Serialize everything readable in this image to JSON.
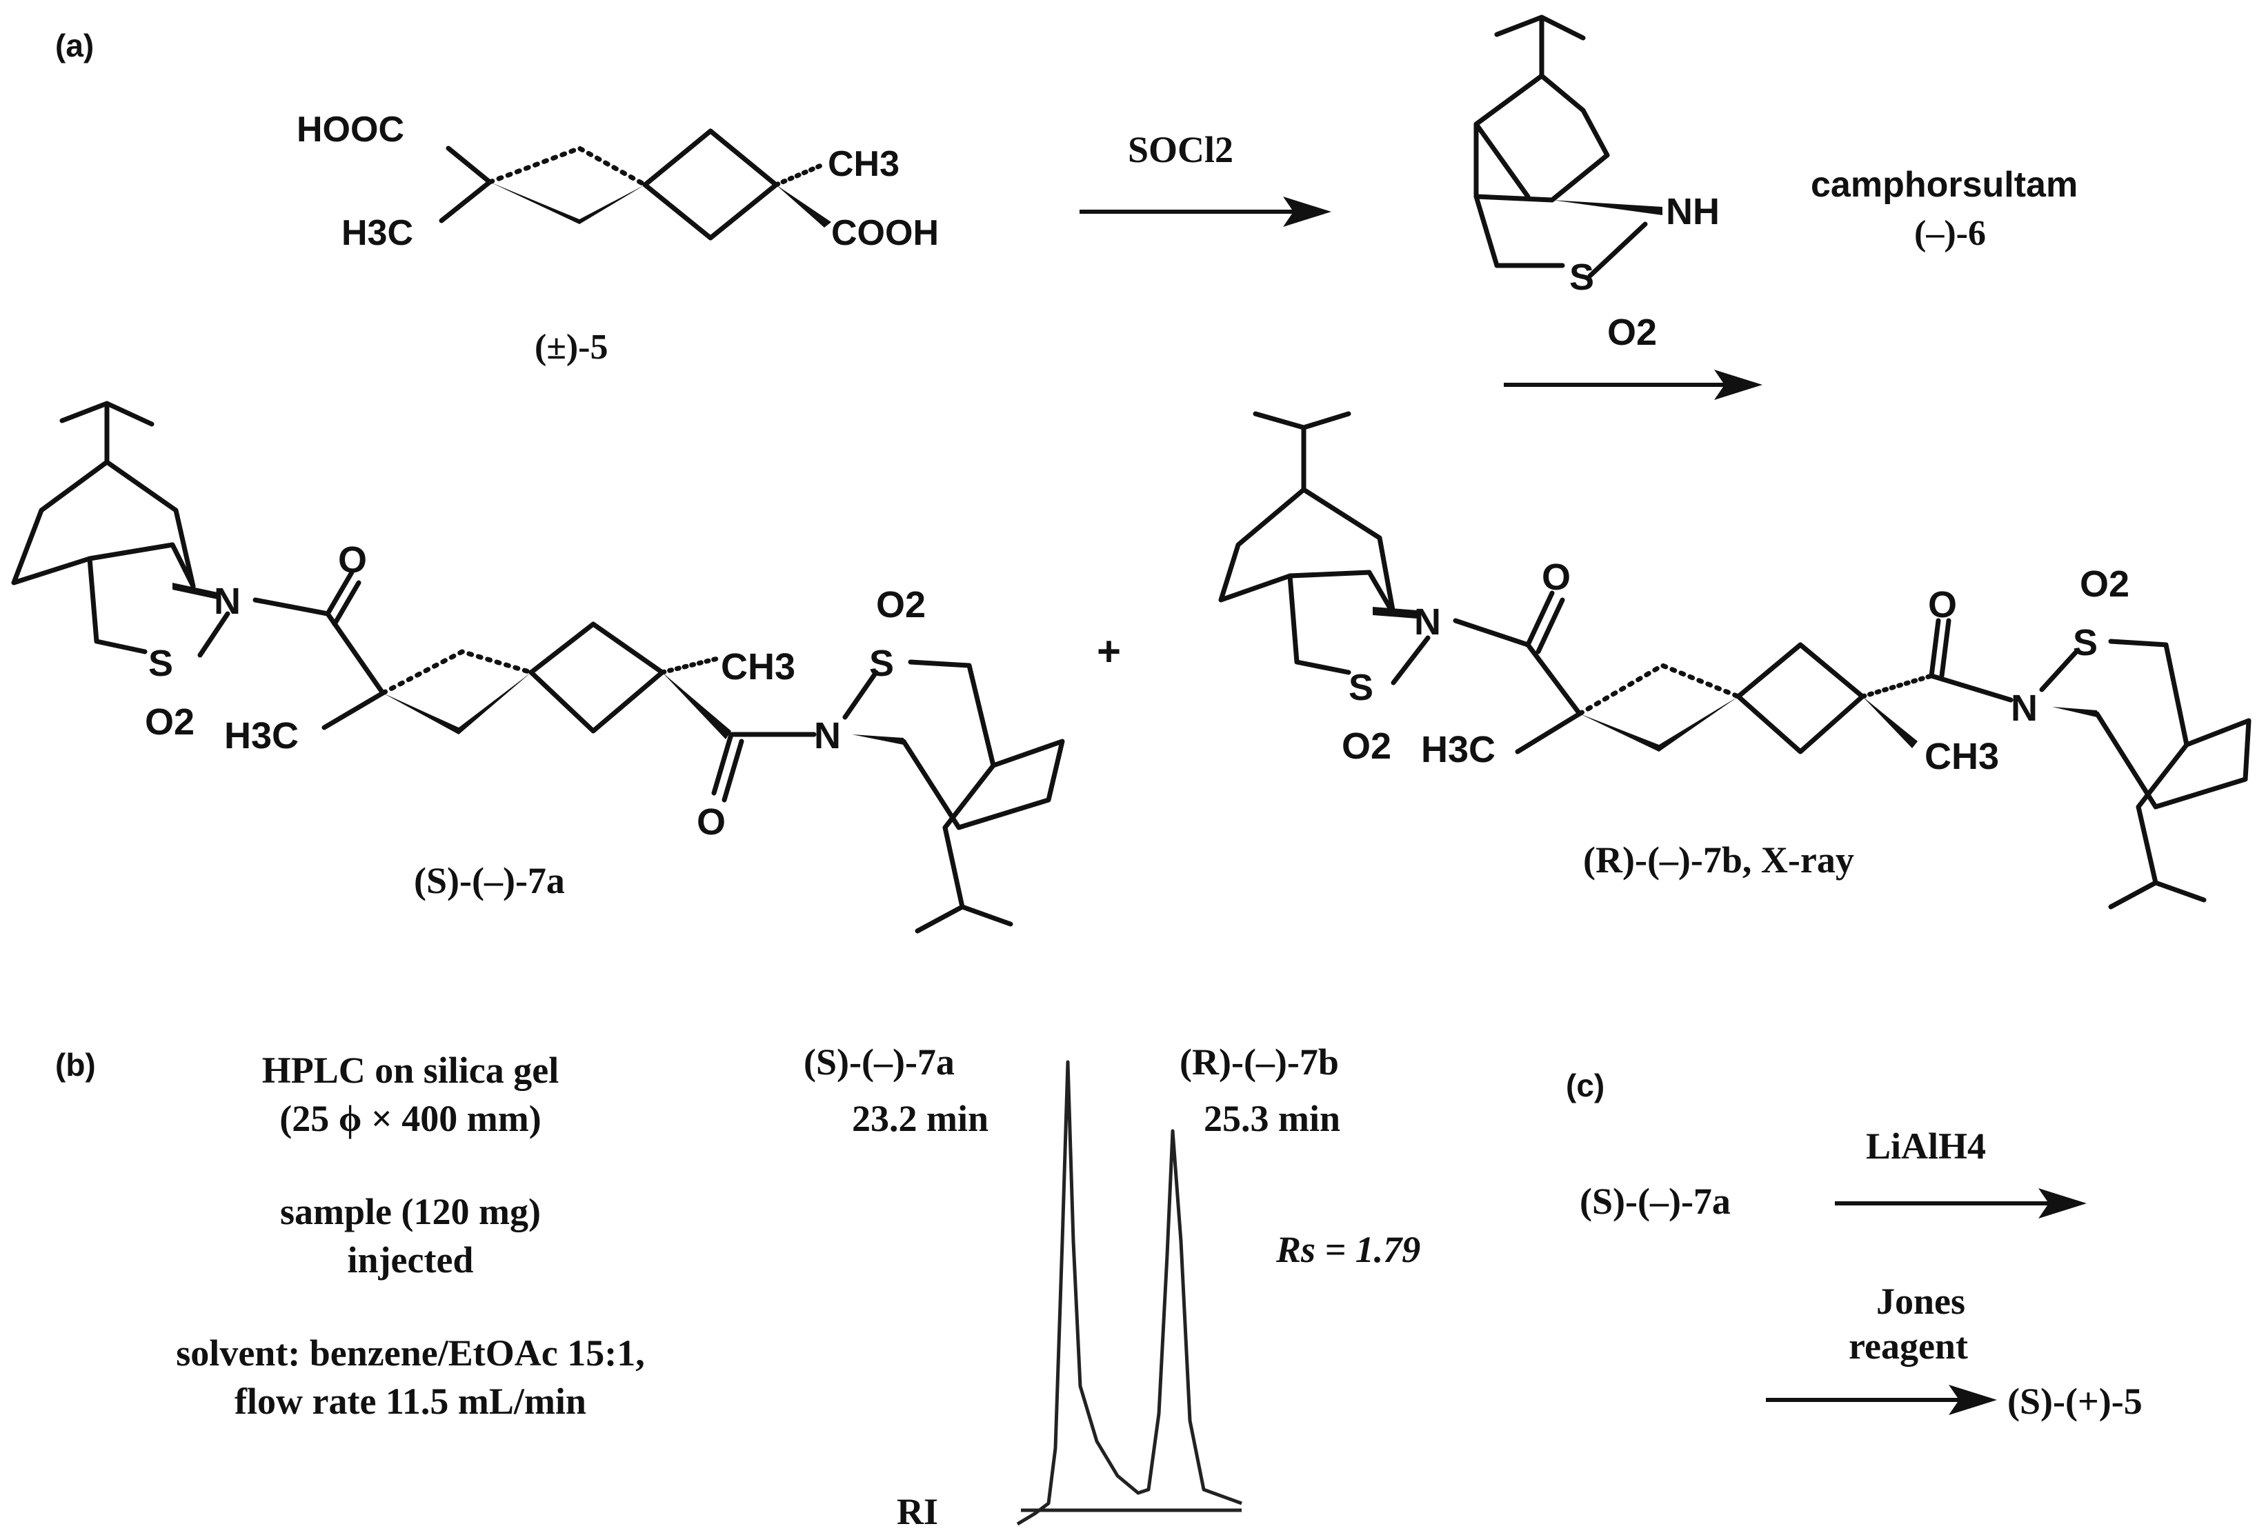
{
  "panel_labels": {
    "a": "(a)",
    "b": "(b)",
    "c": "(c)"
  },
  "panel_a": {
    "diacid": {
      "hooc": "HOOC",
      "h3c": "H3C",
      "ch3": "CH3",
      "cooh": "COOH",
      "label": "(±)-5"
    },
    "reagent1": "SOCl2",
    "sultam": {
      "nh": "NH",
      "s": "S",
      "o2": "O2"
    },
    "camphorsultam_name": "camphorsultam",
    "camphorsultam_label": "(–)-6",
    "product_a": {
      "o_top": "O",
      "o_bottom": "O",
      "n_left": "N",
      "n_right": "N",
      "s_left": "S",
      "s_right": "S",
      "o2_left": "O2",
      "o2_right": "O2",
      "h3c": "H3C",
      "ch3": "CH3",
      "label": "(S)-(–)-7a"
    },
    "plus": "+",
    "product_b": {
      "o_left": "O",
      "o_right": "O",
      "n_left": "N",
      "n_right": "N",
      "s_left": "S",
      "s_right": "S",
      "o2_left": "O2",
      "o2_right": "O2",
      "h3c": "H3C",
      "ch3": "CH3",
      "label": "(R)-(–)-7b, X-ray"
    }
  },
  "panel_b": {
    "lines": [
      "HPLC on silica gel",
      "(25 ϕ × 400 mm)",
      "sample (120 mg)",
      "injected",
      "solvent: benzene/EtOAc 15:1,",
      "flow rate 11.5 mL/min"
    ],
    "peak1_name": "(S)-(–)-7a",
    "peak1_time": "23.2 min",
    "peak2_name": "(R)-(–)-7b",
    "peak2_time": "25.3 min",
    "resolution": "Rs = 1.79",
    "detector": "RI"
  },
  "panel_c": {
    "start": "(S)-(–)-7a",
    "reagent1": "LiAlH4",
    "reagent2_line1": "Jones",
    "reagent2_line2": "reagent",
    "product": "(S)-(+)-5"
  }
}
